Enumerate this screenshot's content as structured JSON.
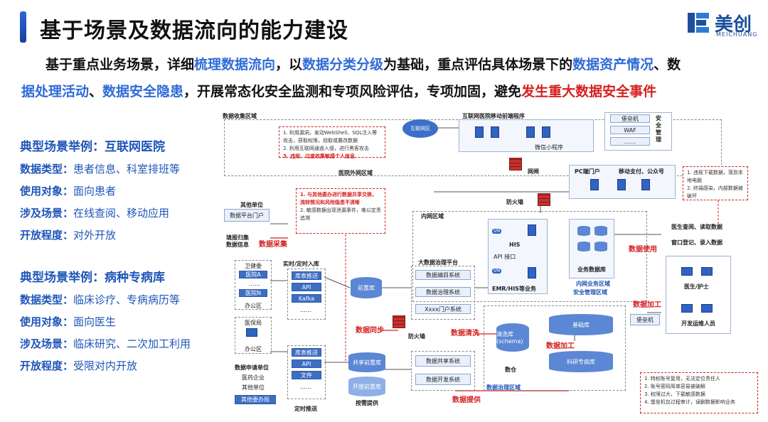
{
  "header": {
    "title": "基于场景及数据流向的能力建设"
  },
  "logo": {
    "brand": "美创",
    "sub": "MEICHUANG"
  },
  "intro": {
    "line1_a": "基于重点业务场景，详细",
    "line1_b": "梳理数据流向",
    "line1_c": "，以",
    "line1_d": "数据分类分级",
    "line1_e": "为基础，重点评估具体场景下的",
    "line1_f": "数据资产情况",
    "line1_g": "、数",
    "line2_a": "据处理活动",
    "line2_b": "、",
    "line2_c": "数据安全隐患",
    "line2_d": "，开展常态化安全监测和专项风险评估，专项加固，避免",
    "line2_e": "发生重大数据安全事件"
  },
  "scenarios": [
    {
      "title": "典型场景举例：互联网医院",
      "rows": [
        {
          "k": "数据类型：",
          "v": "患者信息、科室排班等"
        },
        {
          "k": "使用对象：",
          "v": "面向患者"
        },
        {
          "k": "涉及场景：",
          "v": "在线查阅、移动应用"
        },
        {
          "k": "开放程度：",
          "v": "对外开放"
        }
      ]
    },
    {
      "title": "典型场景举例：病种专病库",
      "rows": [
        {
          "k": "数据类型：",
          "v": "临床诊疗、专病病历等"
        },
        {
          "k": "使用对象：",
          "v": "面向医生"
        },
        {
          "k": "涉及场景：",
          "v": "临床研究、二次加工利用"
        },
        {
          "k": "开放程度：",
          "v": "受限对内开放"
        }
      ]
    }
  ],
  "diagram": {
    "zone_collect": "数据收集区域",
    "internet": "互联网区",
    "mobile_zone": "互联网医院移动前端程序",
    "wechat": "微信小程序",
    "bastion": "堡垒机",
    "waf": "WAF",
    "dots": "……",
    "sec_mgmt": "安全管理",
    "note1": [
      "1. 利用漏洞，发动WebShell、SQL注入等攻击，获取权限，窃取或篡改数据",
      "2. 利用互联网通道入侵，进行黑客攻击",
      "3. 违规、过度收集敏感个人信息"
    ],
    "hosp_ext": "医院外网区域",
    "gateway": "网闸",
    "pc_portal": "PC端门户",
    "mobile_pay": "移动支付、公众号",
    "firewall": "防火墙",
    "note2": [
      "1. 违规下载数据，落到本地电脑",
      "2. 终端感染，内部数据被破坏"
    ],
    "other_unit": "其他单位",
    "data_platform": "数据平台门户",
    "fill_report": "填报归集\n数据信息",
    "data_collect": "数据采集",
    "note3": [
      "1. 与其他委办进行数据共享交换，流转情况和风险隐患不清晰",
      "2. 敏感数据出现泄漏事件，难以定责追溯"
    ],
    "intranet": "内网区域",
    "his": "HIS",
    "api_if": "API 接口",
    "emr": "EMR/HIS等业务",
    "biz_db": "业务数据库",
    "intra_biz": "内网业务区域",
    "sec_mgmt_zone": "安全管理区域",
    "data_use": "数据使用",
    "doc_query": "医生查阅、读取数据",
    "reg_window": "窗口登记、录入数据",
    "doctor_nurse": "医生/护士",
    "dev_ops": "开发运维人员",
    "health_comm": "卫健委",
    "hosp_a": "医院A",
    "hosp_n": "医院N",
    "office": "办公区",
    "med_ins": "医保局",
    "realtime": "实时/定时入库",
    "lib_push": "库表推送",
    "api": "API",
    "kafka": "Kafka",
    "front_db": "前置库",
    "big_data_platform": "大数据治理平台",
    "data_catalog": "数据编目系统",
    "data_gov": "数据治理系统",
    "xxxx_portal": "Xxxx门户系统",
    "data_sync": "数据同步",
    "data_clean": "数据清洗",
    "data_process": "数据加工",
    "clean_db": "清洗库\n(schema)",
    "base_db": "基础库",
    "research_db": "科研专病库",
    "warehouse": "数仓",
    "data_gov_zone": "数据治理区域",
    "data_apply": "数据申请单位",
    "med_enterprise": "医药企业",
    "other_unit2": "其他单位",
    "other_office": "其他委办局",
    "file": "文件",
    "share_front": "共享前置库",
    "open_front": "开放前置库",
    "share_sys": "数据共享系统",
    "dev_sys": "数据开发系统",
    "timed_push": "定时推送",
    "on_demand": "按需提供",
    "data_provide": "数据提供",
    "note4": [
      "1. 特权账号复用，无法定位责任人",
      "2. 账号密码简单容易被破解",
      "3. 权限过大，下载敏感数据",
      "4. 堡垒机仅过程审计，误删数据影响业务"
    ]
  }
}
